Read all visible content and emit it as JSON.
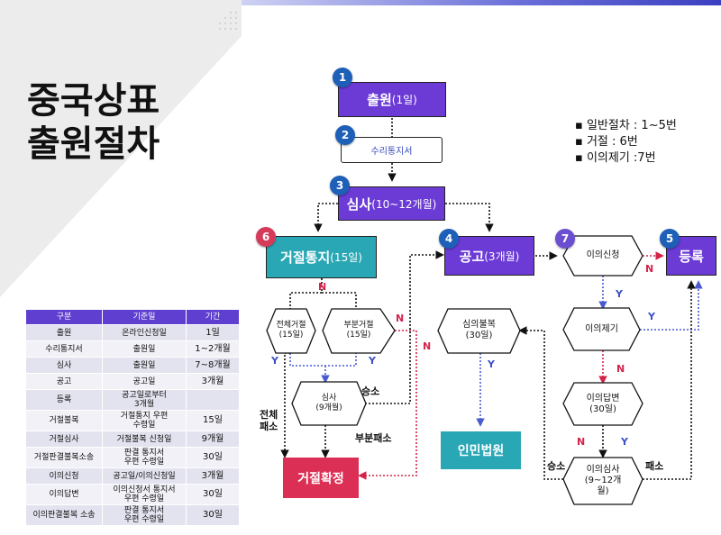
{
  "title": {
    "line1": "중국상표",
    "line2": "출원절차"
  },
  "legend": [
    "▪ 일반절차 : 1~5번",
    "▪ 거절 : 6번",
    "▪ 이의제기 :7번"
  ],
  "table": {
    "headers": [
      "구분",
      "기준일",
      "기간"
    ],
    "rows": [
      [
        "출원",
        "온라인신청일",
        "1일"
      ],
      [
        "수리통지서",
        "출원일",
        "1~2개월"
      ],
      [
        "심사",
        "출원일",
        "7~8개월"
      ],
      [
        "공고",
        "공고일",
        "3개월"
      ],
      [
        "등록",
        "공고일로부터\n3개월",
        ""
      ],
      [
        "거절불복",
        "거절통지 우편\n수령일",
        "15일"
      ],
      [
        "거절심사",
        "거절불복 신청일",
        "9개월"
      ],
      [
        "거절판결불복소송",
        "판결 통지서\n우편 수령일",
        "30일"
      ],
      [
        "이의신청",
        "공고일/이의신청일",
        "3개월"
      ],
      [
        "이의답변",
        "이의신청서 통지서\n우편 수령일",
        "30일"
      ],
      [
        "이의판결불복 소송",
        "판결 통지서\n우편 수령일",
        "30일"
      ]
    ]
  },
  "flow": {
    "apply": {
      "badge": "1",
      "main": "출원",
      "sub": "(1일)"
    },
    "receipt": {
      "badge": "2",
      "label": "수리통지서"
    },
    "exam": {
      "badge": "3",
      "main": "심사",
      "sub": "(10~12개월)"
    },
    "reject": {
      "badge": "6",
      "main": "거절통지",
      "sub": "(15일)"
    },
    "publish": {
      "badge": "4",
      "main": "공고",
      "sub": "(3개월)"
    },
    "opp_apply": {
      "badge": "7",
      "label": "이의신청"
    },
    "register": {
      "badge": "5",
      "label": "등록"
    },
    "full_reject": {
      "line1": "전체거절",
      "line2": "(15일)"
    },
    "partial_reject": {
      "line1": "부분거절",
      "line2": "(15일)"
    },
    "appeal": {
      "line1": "심의불복",
      "line2": "(30일)"
    },
    "review": {
      "line1": "심사",
      "line2": "(9개월)"
    },
    "opp_raise": {
      "label": "이의제기"
    },
    "opp_answer": {
      "line1": "이의답변",
      "line2": "(30일)"
    },
    "opp_review": {
      "line1": "이의심사",
      "line2": "(9~12개",
      "line3": "월)"
    },
    "confirm_reject": {
      "label": "거절확정"
    },
    "court": {
      "label": "인민법원"
    },
    "labels": {
      "N": "N",
      "Y": "Y",
      "win": "승소",
      "lose": "패소",
      "full_cancel_1": "전체",
      "full_cancel_2": "패소",
      "partial_cancel": "부분패소"
    }
  }
}
